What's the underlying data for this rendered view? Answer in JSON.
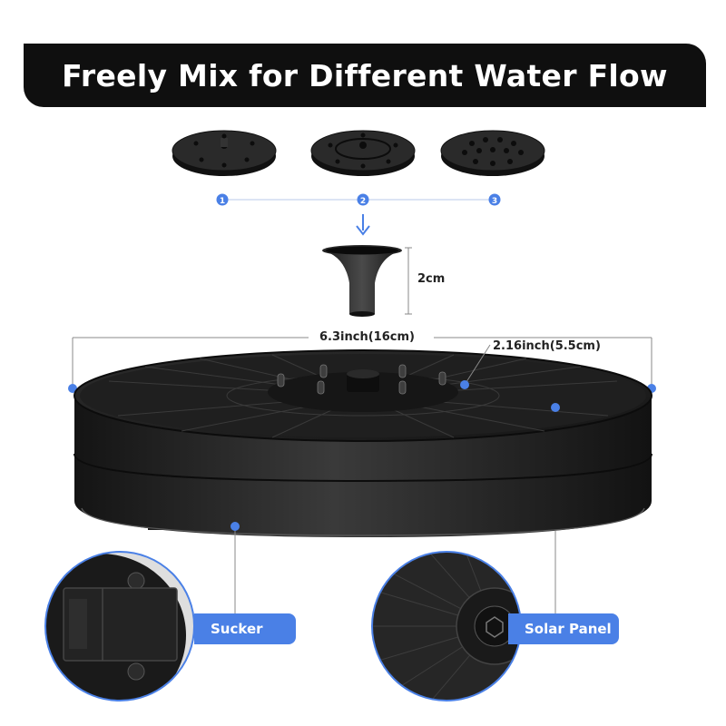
{
  "title": "Freely Mix for Different Water Flow",
  "steps": [
    "1",
    "2",
    "3"
  ],
  "dimensions": {
    "nozzle_height": "2cm",
    "diameter": "6.3inch(16cm)",
    "height": "2.16inch(5.5cm)"
  },
  "callouts": {
    "sucker": "Sucker",
    "solar_panel": "Solar Panel"
  },
  "colors": {
    "banner": "#0f0f0f",
    "accent": "#4a80e6",
    "product": "#1e1e1e"
  }
}
